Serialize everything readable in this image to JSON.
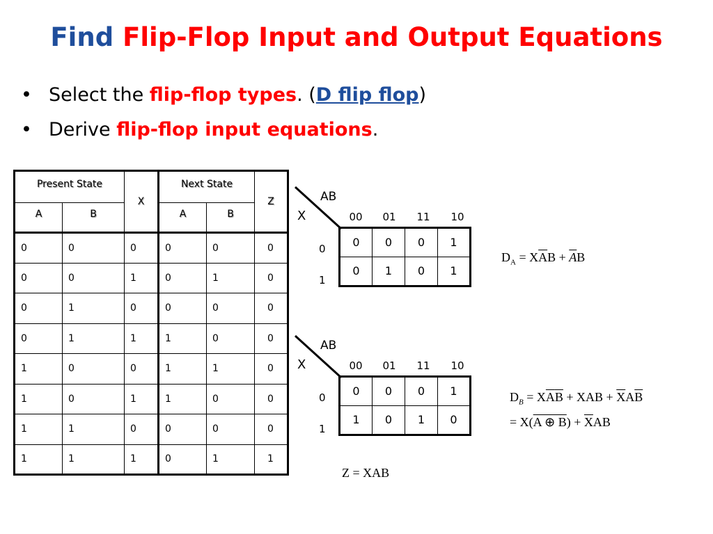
{
  "title": {
    "part1": "Find",
    "part2": "Flip-Flop Input and Output Equations"
  },
  "bullets": {
    "b1_pre": "Select the ",
    "b1_red": "flip-flop types",
    "b1_mid": ". (",
    "b1_link": "D flip flop",
    "b1_post": ")",
    "b2_pre": "Derive ",
    "b2_red": "flip-flop input equations",
    "b2_post": "."
  },
  "table": {
    "present_state": "Present State",
    "x": "X",
    "next_state": "Next State",
    "z": "Z",
    "a": "A",
    "b": "B",
    "rows": [
      [
        "0",
        "0",
        "0",
        "0",
        "0",
        "0"
      ],
      [
        "0",
        "0",
        "1",
        "0",
        "1",
        "0"
      ],
      [
        "0",
        "1",
        "0",
        "0",
        "0",
        "0"
      ],
      [
        "0",
        "1",
        "1",
        "1",
        "0",
        "0"
      ],
      [
        "1",
        "0",
        "0",
        "1",
        "1",
        "0"
      ],
      [
        "1",
        "0",
        "1",
        "1",
        "0",
        "0"
      ],
      [
        "1",
        "1",
        "0",
        "0",
        "0",
        "0"
      ],
      [
        "1",
        "1",
        "1",
        "0",
        "1",
        "1"
      ]
    ]
  },
  "kmap_a": {
    "ab": "AB",
    "x": "X",
    "cols": [
      "00",
      "01",
      "11",
      "10"
    ],
    "rows": [
      "0",
      "1"
    ],
    "cells": [
      [
        "0",
        "0",
        "0",
        "1"
      ],
      [
        "0",
        "1",
        "0",
        "1"
      ]
    ]
  },
  "kmap_b": {
    "ab": "AB",
    "x": "X",
    "cols": [
      "00",
      "01",
      "11",
      "10"
    ],
    "rows": [
      "0",
      "1"
    ],
    "cells": [
      [
        "0",
        "0",
        "0",
        "1"
      ],
      [
        "1",
        "0",
        "1",
        "0"
      ]
    ]
  },
  "equations": {
    "da": {
      "d": "D",
      "sub": "A",
      "rhs1": " = X",
      "a_bar": "A",
      "b_bar": "B",
      "plus": " + ",
      "a_bar2": "A",
      "b2": "B"
    },
    "db": {
      "d": "D",
      "sub": "B",
      "line1_pre": " = ",
      "t1": "X",
      "t2": "A",
      "t3": "B",
      "t4": " + XAB + ",
      "t5": "X",
      "t6": "A",
      "t7": "B",
      "line2_pre": "= X(",
      "xor": "A ⊕ B",
      "line2_mid": ") + ",
      "t8": "X",
      "t9": "AB"
    },
    "z": "Z = XAB"
  }
}
